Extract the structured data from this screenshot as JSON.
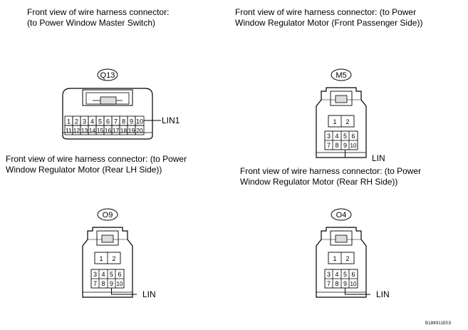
{
  "captions": {
    "q13": [
      "Front view of wire harness connector:",
      "(to Power Window Master Switch)"
    ],
    "m5": [
      "Front view of wire harness connector: (to Power",
      "Window Regulator Motor (Front Passenger Side))"
    ],
    "o9": [
      "Front view of wire harness connector: (to Power",
      "Window Regulator Motor (Rear LH Side))"
    ],
    "o4": [
      "Front view of wire harness connector: (to Power",
      "Window Regulator Motor (Rear RH Side))"
    ]
  },
  "connectors": {
    "q13": {
      "id": "Q13",
      "pin_label": "LIN1",
      "rows": [
        [
          "1",
          "2",
          "3",
          "4",
          "5",
          "6",
          "7",
          "8",
          "9",
          "10"
        ],
        [
          "11",
          "12",
          "13",
          "14",
          "15",
          "16",
          "17",
          "18",
          "19",
          "20"
        ]
      ],
      "lin_pin": "10"
    },
    "m5": {
      "id": "M5",
      "pin_label": "LIN",
      "top_row": [
        "1",
        "2"
      ],
      "rows": [
        [
          "3",
          "4",
          "5",
          "6"
        ],
        [
          "7",
          "8",
          "9",
          "10"
        ]
      ],
      "lin_pin": "9"
    },
    "o9": {
      "id": "O9",
      "pin_label": "LIN",
      "top_row": [
        "1",
        "2"
      ],
      "rows": [
        [
          "3",
          "4",
          "5",
          "6"
        ],
        [
          "7",
          "8",
          "9",
          "10"
        ]
      ],
      "lin_pin": "9"
    },
    "o4": {
      "id": "O4",
      "pin_label": "LIN",
      "top_row": [
        "1",
        "2"
      ],
      "rows": [
        [
          "3",
          "4",
          "5",
          "6"
        ],
        [
          "7",
          "8",
          "9",
          "10"
        ]
      ],
      "lin_pin": "9"
    }
  },
  "figure_code": "B188911E03"
}
